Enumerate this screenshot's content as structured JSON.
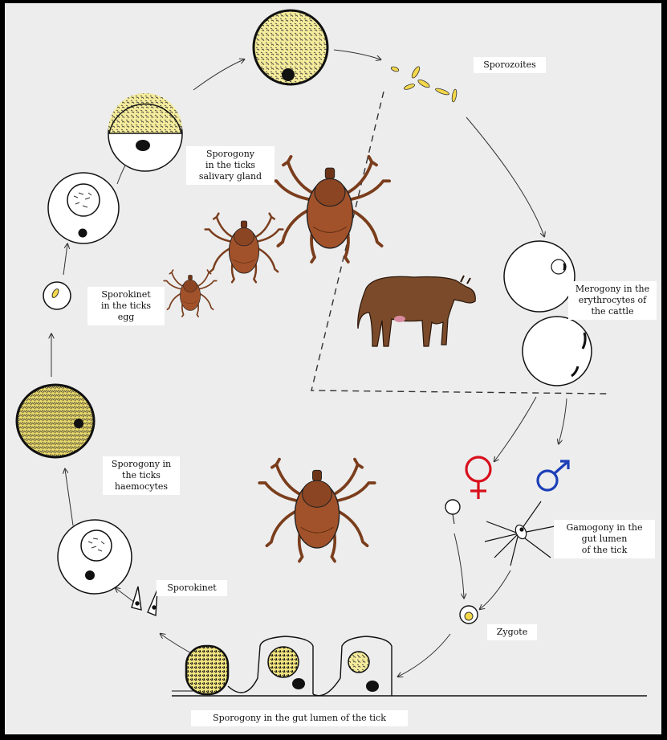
{
  "labels": {
    "sporozoites": "Sporozoites",
    "salivary_l1": "Sporogony",
    "salivary_l2": "in the ticks",
    "salivary_l3": "salivary gland",
    "merogony_l1": "Merogony in the",
    "merogony_l2": "erythrocytes of",
    "merogony_l3": "the cattle",
    "egg_l1": "Sporokinet",
    "egg_l2": "in the ticks",
    "egg_l3": "egg",
    "haemo_l1": "Sporogony in",
    "haemo_l2": "the ticks",
    "haemo_l3": "haemocytes",
    "gamogony_l1": "Gamogony in the",
    "gamogony_l2": "gut lumen",
    "gamogony_l3": "of the tick",
    "sporokinet": "Sporokinet",
    "zygote": "Zygote",
    "gut_sporogony": "Sporogony in the gut lumen of the tick"
  },
  "colors": {
    "female_symbol": "#d8101c",
    "male_symbol": "#1d3fb8",
    "tick_body": "#a2522a",
    "cow_body": "#7a4a2a",
    "parasite_yellow": "#f4e88a"
  }
}
